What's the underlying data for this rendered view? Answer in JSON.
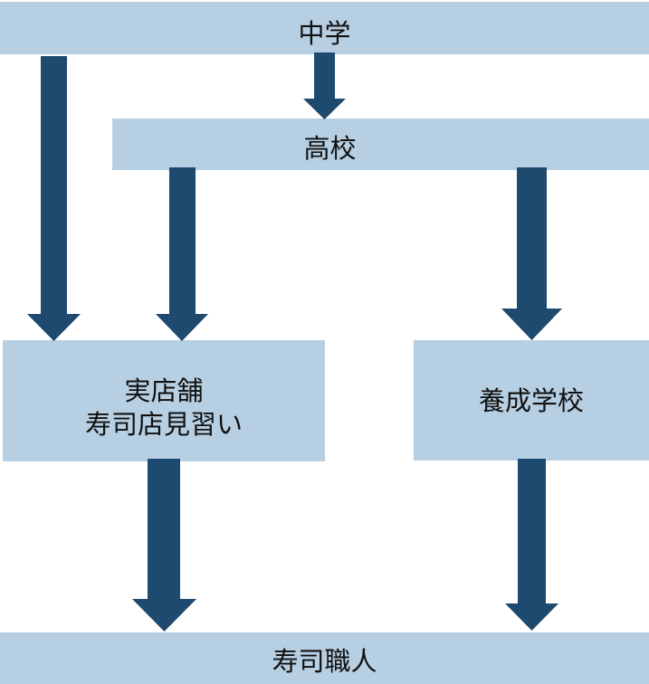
{
  "diagram": {
    "title": "",
    "type": "flowchart",
    "colors": {
      "node_fill": "#b7cfe2",
      "arrow_fill": "#1f4a70",
      "text": "#111111",
      "background": "#ffffff"
    },
    "nodes": {
      "junior_high": {
        "lines": [
          "中学"
        ]
      },
      "high_school": {
        "lines": [
          "高校"
        ]
      },
      "apprentice": {
        "lines": [
          "実店舗",
          "寿司店見習い"
        ]
      },
      "training_school": {
        "lines": [
          "養成学校"
        ]
      },
      "sushi_chef": {
        "lines": [
          "寿司職人"
        ]
      }
    },
    "edges": [
      {
        "from": "junior_high",
        "to": "high_school"
      },
      {
        "from": "junior_high",
        "to": "apprentice"
      },
      {
        "from": "high_school",
        "to": "apprentice"
      },
      {
        "from": "high_school",
        "to": "training_school"
      },
      {
        "from": "apprentice",
        "to": "sushi_chef"
      },
      {
        "from": "training_school",
        "to": "sushi_chef"
      }
    ]
  }
}
